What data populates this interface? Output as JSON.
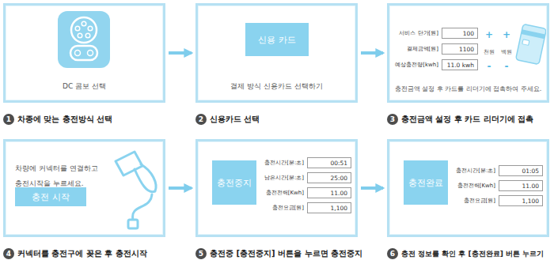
{
  "diagram": {
    "nodes": [
      {
        "text": [
          "DC 콤보 선택",
          "1",
          "차종에 맞는 충전방식 선택"
        ]
      },
      {
        "text": [
          "결제 방식 신용카드 선택하기",
          "2",
          "신용카드 선택"
        ]
      },
      {
        "text": [
          "신용 카드"
        ],
        "in": 1
      },
      {
        "text": [
          "충전금액 설정 후 카드를 리더기에 접촉하여 주세요.",
          "3",
          "충전금액 설정 후 카드 리더기에 접촉"
        ]
      },
      {
        "text": [
          "서비스 단가[원]",
          "100"
        ],
        "in": 3
      },
      {
        "text": [
          "결제금액[원]",
          "1100"
        ],
        "in": 3
      },
      {
        "text": [
          "예상충전량[kwh]",
          "11.0 kwh"
        ],
        "in": 3
      },
      {
        "text": [
          "차량에 커넥터를 연결하고 충전시작을 누르세요.",
          "4",
          "커넥터를 충전구에 꽂은 후 충전시작"
        ]
      },
      {
        "text": [
          "충전 시작"
        ],
        "in": 7
      },
      {
        "text": [
          "5",
          "충전중 [충전중지] 버튼을 누르면 충전중지"
        ]
      },
      {
        "text": [
          "충전중지"
        ],
        "in": 9
      },
      {
        "text": [
          "충전시간[분:초]",
          "00:51"
        ],
        "in": 9
      },
      {
        "text": [
          "남은시간[분:초]",
          "25:00"
        ],
        "in": 9
      },
      {
        "text": [
          "충전전력[Kwh]",
          "11.00"
        ],
        "in": 9
      },
      {
        "text": [
          "충전요금[원]",
          "1,100"
        ],
        "in": 9
      },
      {
        "text": [
          "6",
          "충전 정보를 확인 후 [충전완료] 버튼 누르기"
        ]
      },
      {
        "text": [
          "충전완료"
        ],
        "in": 15
      },
      {
        "text": [
          "충전시간[분:초]",
          "01:05"
        ],
        "in": 15
      },
      {
        "text": [
          "충전전력[Kwh]",
          "11.00"
        ],
        "in": 15
      },
      {
        "text": [
          "충전요금[원]",
          "1,100"
        ],
        "in": 15
      }
    ],
    "edges": [
      {
        "from": 0,
        "to": 1,
        "arrow": "to"
      },
      {
        "from": 1,
        "to": 3,
        "arrow": "to"
      },
      {
        "from": 7,
        "to": 9,
        "arrow": "to"
      },
      {
        "from": 9,
        "to": 15,
        "arrow": "to"
      }
    ],
    "labels": [
      "+",
      "+",
      "천원",
      "백원",
      "-",
      "-"
    ]
  }
}
